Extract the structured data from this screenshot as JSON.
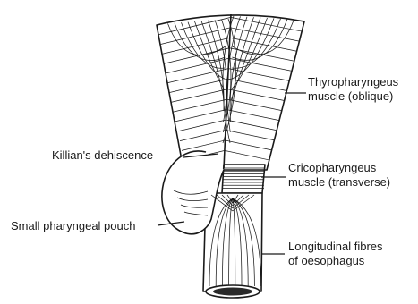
{
  "diagram": {
    "labels": {
      "thyropharyngeus": [
        "Thyropharyngeus",
        "muscle (oblique)"
      ],
      "killians_dehiscence": "Killian's dehiscence",
      "cricopharyngeus": [
        "Cricopharyngeus",
        "muscle (transverse)"
      ],
      "pharyngeal_pouch": "Small pharyngeal pouch",
      "longitudinal_fibres": [
        "Longitudinal fibres",
        "of oesophagus"
      ]
    },
    "colors": {
      "ink": "#1a1a1a",
      "background": "#ffffff",
      "lumen": "#2a2a2a"
    }
  }
}
